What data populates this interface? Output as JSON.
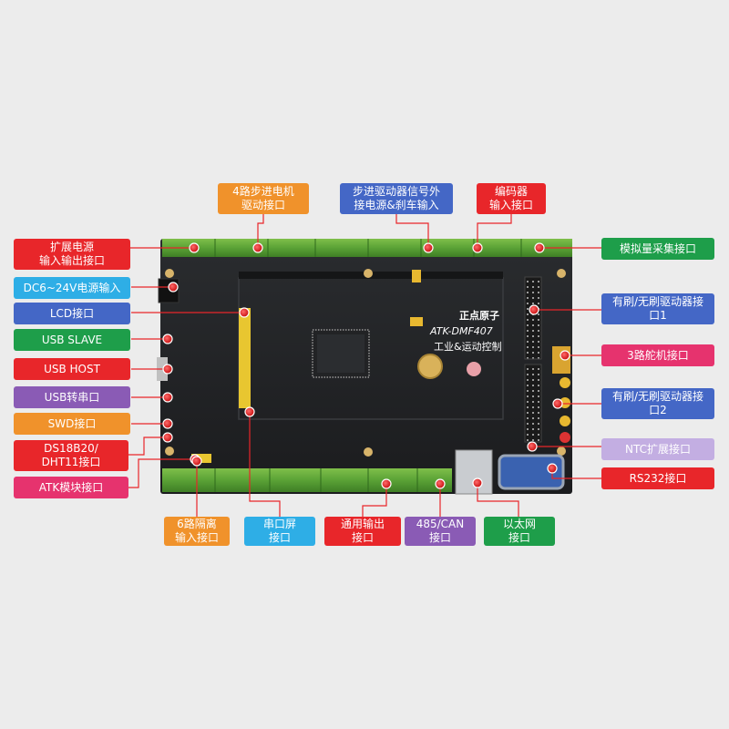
{
  "colors": {
    "red": "#e8262a",
    "green": "#1e9e4a",
    "blue": "#4467c6",
    "cyan": "#2eaee6",
    "orange": "#f0922b",
    "purple": "#8a5bb5",
    "pink": "#e6336e",
    "lilac": "#c3aee2",
    "background": "#ececec"
  },
  "board": {
    "brand": "正点原子",
    "model": "ATK-DMF407",
    "subtitle": "工业&运动控制"
  },
  "labels": {
    "stepper_motor": "4路步进电机\n驱动接口",
    "stepper_signal": "步进驱动器信号外\n接电源&刹车输入",
    "encoder": "编码器\n输入接口",
    "expansion_power": "扩展电源\n输入输出接口",
    "dc_power": "DC6~24V电源输入",
    "lcd": "LCD接口",
    "usb_slave": "USB SLAVE",
    "usb_host": "USB HOST",
    "usb_serial": "USB转串口",
    "swd": "SWD接口",
    "ds18b20": "DS18B20/\nDHT11接口",
    "atk_module": "ATK模块接口",
    "analog": "模拟量采集接口",
    "brushed1": "有刷/无刷驱动器接\n口1",
    "servo": "3路舵机接口",
    "brushed2": "有刷/无刷驱动器接\n口2",
    "ntc": "NTC扩展接口",
    "rs232": "RS232接口",
    "isolated_input": "6路隔离\n输入接口",
    "serial_screen": "串口屏\n接口",
    "general_output": "通用输出\n接口",
    "can485": "485/CAN\n接口",
    "ethernet": "以太网\n接口"
  }
}
